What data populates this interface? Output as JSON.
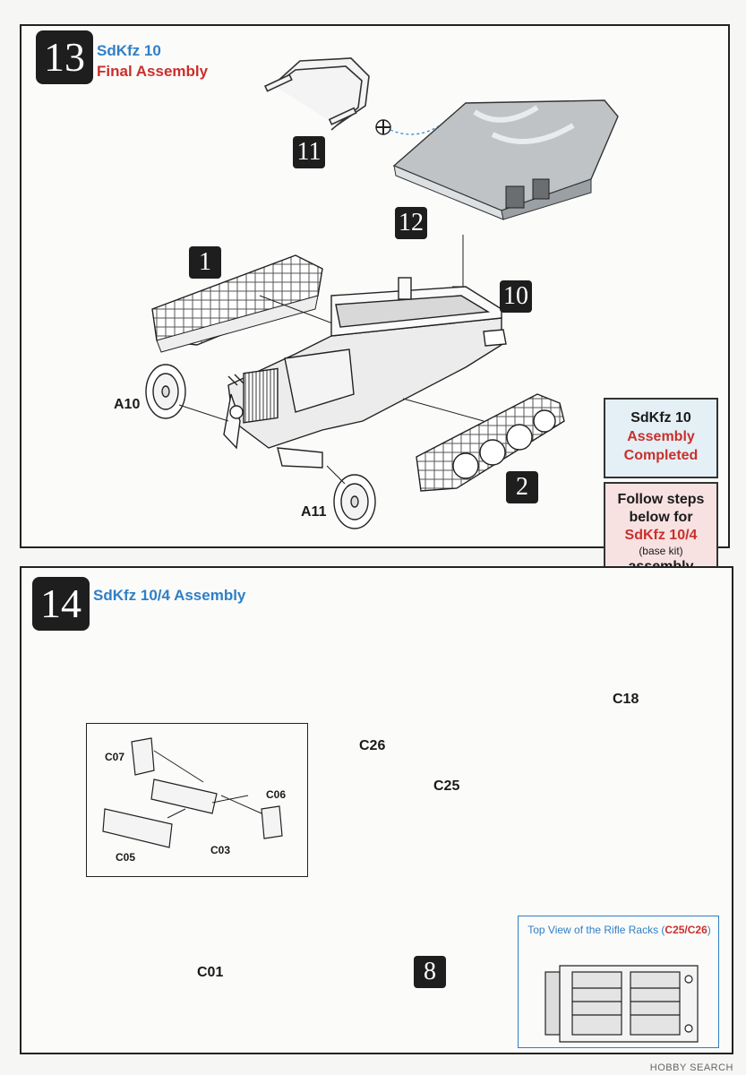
{
  "step13": {
    "number": "13",
    "title": "SdKfz 10",
    "subtitle": "Final Assembly",
    "callouts": [
      "11",
      "12",
      "1",
      "10",
      "2"
    ],
    "parts": [
      "A10",
      "A11"
    ]
  },
  "banner": {
    "completed_line1": "SdKfz 10",
    "completed_line2": "Assembly",
    "completed_line3": "Completed",
    "follow_line1": "Follow steps",
    "follow_line2": "below for",
    "follow_line3": "SdKfz 10/4",
    "follow_line4": "(base kit)",
    "follow_line5": "assembly"
  },
  "step14": {
    "number": "14",
    "title": "SdKfz 10/4 Assembly",
    "parts": [
      "C18",
      "C26",
      "C25",
      "C01"
    ],
    "inset_parts": [
      "C07",
      "C06",
      "C03",
      "C05"
    ],
    "callout": "8",
    "topview_prefix": "Top View of the Rifle Racks (",
    "topview_parts": "C25/C26",
    "topview_suffix": ")"
  },
  "watermark": "HOBBY SEARCH",
  "colors": {
    "accent_blue": "#2f7fc6",
    "accent_red": "#c9302c",
    "banner_blue": "#e4f0f6",
    "banner_pink": "#f8e1e1"
  }
}
